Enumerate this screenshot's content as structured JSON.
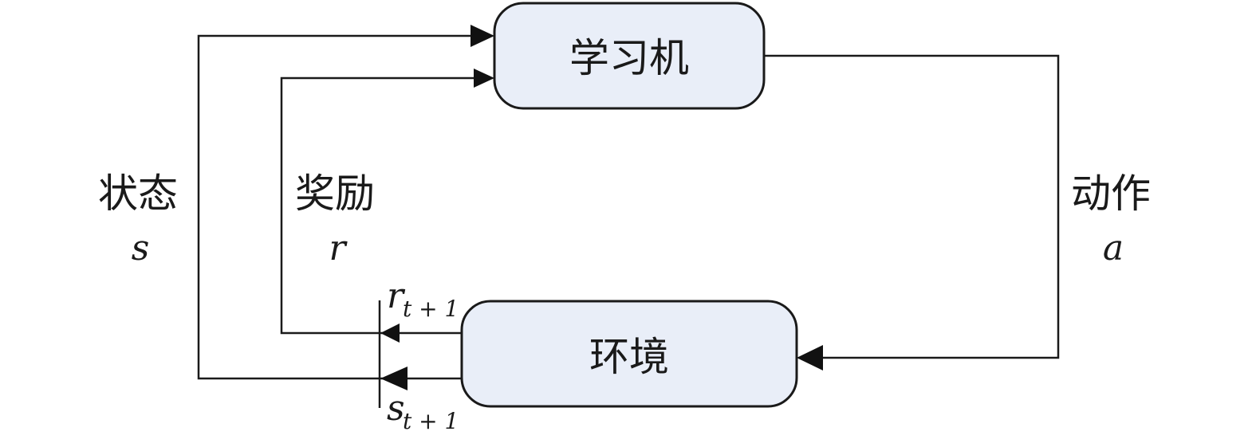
{
  "learner": {
    "label": "学习机"
  },
  "environment": {
    "label": "环境"
  },
  "state": {
    "label": "状态",
    "symbol": "s",
    "next_symbol": "s",
    "next_subscript": "t + 1"
  },
  "reward": {
    "label": "奖励",
    "symbol": "r",
    "next_symbol": "r",
    "next_subscript": "t + 1"
  },
  "action": {
    "label": "动作",
    "symbol": "a"
  },
  "colors": {
    "box_fill": "#e9eef8",
    "stroke": "#1a1a1a"
  }
}
